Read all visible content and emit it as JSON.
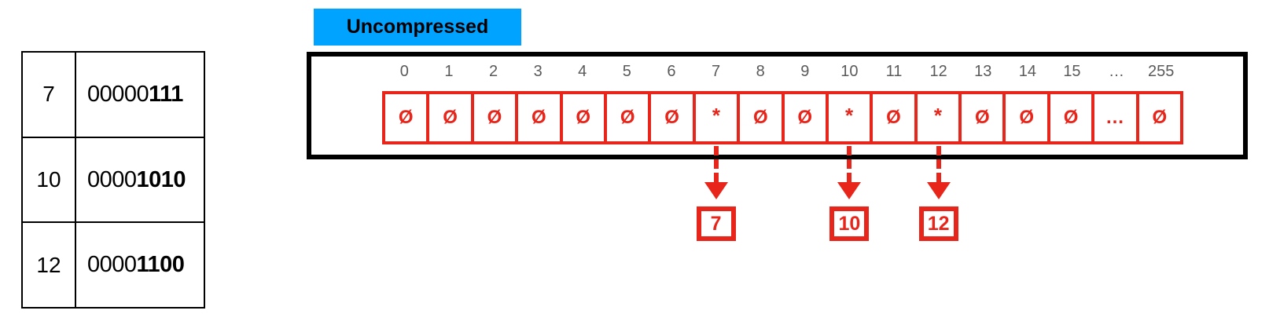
{
  "binary_table": {
    "rows": [
      {
        "decimal": "7",
        "bits_plain": "00000",
        "bits_bold": "111"
      },
      {
        "decimal": "10",
        "bits_plain": "0000",
        "bits_bold": "1010"
      },
      {
        "decimal": "12",
        "bits_plain": "0000",
        "bits_bold": "1100"
      }
    ]
  },
  "uncompressed": {
    "badge_label": "Uncompressed",
    "badge_color": "#00a3ff",
    "frame_color": "#000000",
    "array_color": "#e8251a",
    "index_label_color": "#5a5a5a",
    "index_labels": [
      "0",
      "1",
      "2",
      "3",
      "4",
      "5",
      "6",
      "7",
      "8",
      "9",
      "10",
      "11",
      "12",
      "13",
      "14",
      "15",
      "…",
      "255"
    ],
    "cells": [
      {
        "index": "0",
        "value": "Ø",
        "kind": "empty"
      },
      {
        "index": "1",
        "value": "Ø",
        "kind": "empty"
      },
      {
        "index": "2",
        "value": "Ø",
        "kind": "empty"
      },
      {
        "index": "3",
        "value": "Ø",
        "kind": "empty"
      },
      {
        "index": "4",
        "value": "Ø",
        "kind": "empty"
      },
      {
        "index": "5",
        "value": "Ø",
        "kind": "empty"
      },
      {
        "index": "6",
        "value": "Ø",
        "kind": "empty"
      },
      {
        "index": "7",
        "value": "*",
        "kind": "pointer"
      },
      {
        "index": "8",
        "value": "Ø",
        "kind": "empty"
      },
      {
        "index": "9",
        "value": "Ø",
        "kind": "empty"
      },
      {
        "index": "10",
        "value": "*",
        "kind": "pointer"
      },
      {
        "index": "11",
        "value": "Ø",
        "kind": "empty"
      },
      {
        "index": "12",
        "value": "*",
        "kind": "pointer"
      },
      {
        "index": "13",
        "value": "Ø",
        "kind": "empty"
      },
      {
        "index": "14",
        "value": "Ø",
        "kind": "empty"
      },
      {
        "index": "15",
        "value": "Ø",
        "kind": "empty"
      },
      {
        "index": "…",
        "value": "…",
        "kind": "ellipsis"
      },
      {
        "index": "255",
        "value": "Ø",
        "kind": "empty"
      }
    ],
    "pointer_targets": [
      {
        "from_index": "7",
        "label": "7"
      },
      {
        "from_index": "10",
        "label": "10"
      },
      {
        "from_index": "12",
        "label": "12"
      }
    ]
  }
}
